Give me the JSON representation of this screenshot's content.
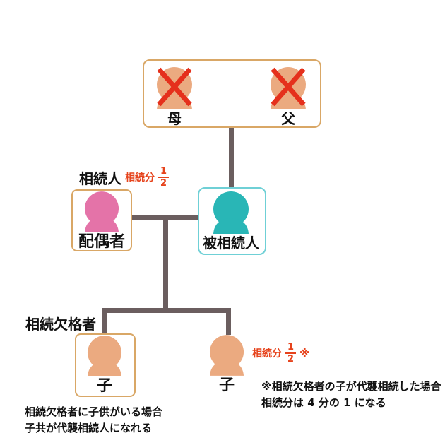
{
  "colors": {
    "skin": "#ebaa80",
    "pink": "#e473a8",
    "teal": "#29b6b6",
    "cross": "#e5301c",
    "red_text": "#e6431c",
    "line": "#6b5e5f",
    "tan_border": "#d9a766",
    "teal_border": "#6fd0d6"
  },
  "parents": {
    "mother_label": "母",
    "father_label": "父"
  },
  "heir_label": {
    "text": "相続人",
    "share_text": "相続分",
    "numerator": "1",
    "denominator": "2"
  },
  "spouse": {
    "label": "配偶者"
  },
  "decedent": {
    "label": "被相続人"
  },
  "disqualified_label": "相続欠格者",
  "children": {
    "left_label": "子",
    "right_label": "子"
  },
  "right_share": {
    "share_text": "相続分",
    "numerator": "1",
    "denominator": "2",
    "marker": "※"
  },
  "notes": {
    "left_line1": "相続欠格者に子供がいる場合",
    "left_line2": "子共が代襲相続人になれる",
    "right_line1": "※相続欠格者の子が代襲相続した場合",
    "right_line2": "相続分は 4 分の 1 になる"
  }
}
